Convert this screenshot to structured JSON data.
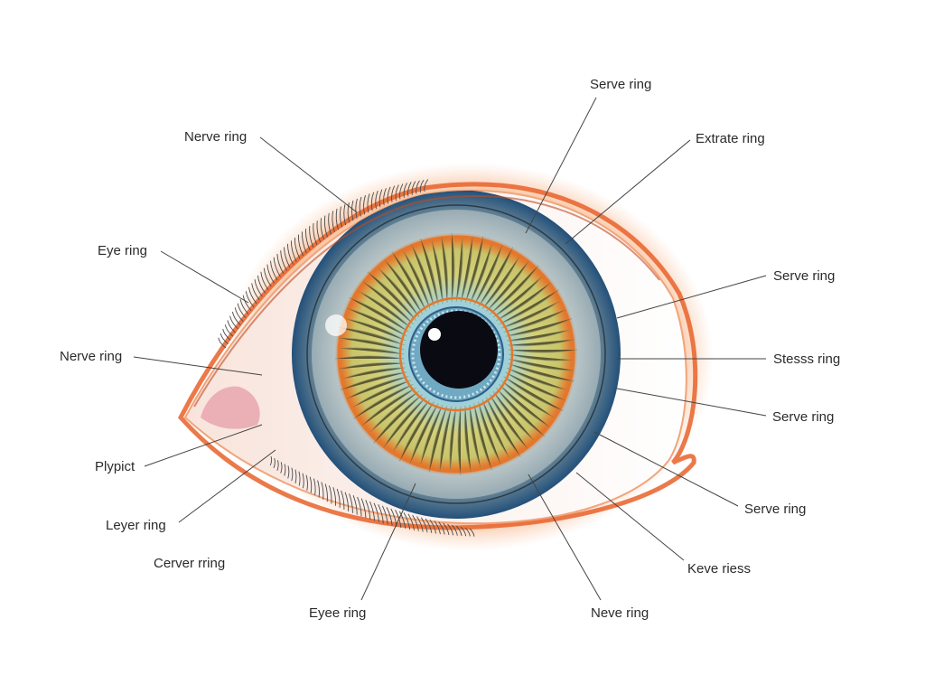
{
  "labels": [
    {
      "id": "serve-ring-top",
      "text": "Serve ring"
    },
    {
      "id": "nerve-ring-upper-left",
      "text": "Nerve ring"
    },
    {
      "id": "extrate-ring",
      "text": "Extrate ring"
    },
    {
      "id": "eye-ring",
      "text": "Eye ring"
    },
    {
      "id": "serve-ring-right-upper",
      "text": "Serve ring"
    },
    {
      "id": "nerve-ring-left",
      "text": "Nerve ring"
    },
    {
      "id": "stesss-ring",
      "text": "Stesss ring"
    },
    {
      "id": "serve-ring-right-mid",
      "text": "Serve ring"
    },
    {
      "id": "plypict",
      "text": "Plypict"
    },
    {
      "id": "serve-ring-right-lower",
      "text": "Serve ring"
    },
    {
      "id": "leyer-ring",
      "text": "Leyer ring"
    },
    {
      "id": "cerver-rring",
      "text": "Cerver rring"
    },
    {
      "id": "keve-riess",
      "text": "Keve riess"
    },
    {
      "id": "eyee-ring",
      "text": "Eyee ring"
    },
    {
      "id": "neve-ring",
      "text": "Neve ring"
    }
  ],
  "colors": {
    "sclera_outer": "#f0955a",
    "eyelid_edge": "#e8622a",
    "iris_outer": "#2f5f86",
    "iris_gray": "#a9b8bd",
    "iris_yellow": "#c8c05a",
    "iris_blue": "#7cc3d8",
    "orange_ring": "#e5772b",
    "pupil": "#0a0a12",
    "caruncle": "#e9a6ae",
    "leader_line": "#444444"
  }
}
